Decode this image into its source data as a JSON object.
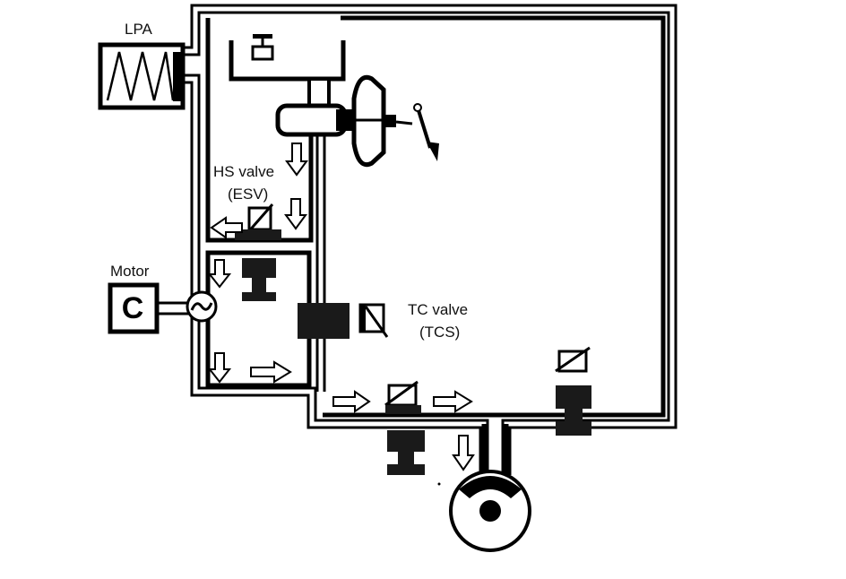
{
  "labels": {
    "lpa": "LPA",
    "motor": "Motor",
    "motor_symbol": "C",
    "hs_valve_line1": "HS valve",
    "hs_valve_line2": "(ESV)",
    "tc_valve_line1": "TC valve",
    "tc_valve_line2": "(TCS)"
  },
  "colors": {
    "line": "#000000",
    "valve_fill": "#1a1a1a",
    "background": "#ffffff"
  }
}
